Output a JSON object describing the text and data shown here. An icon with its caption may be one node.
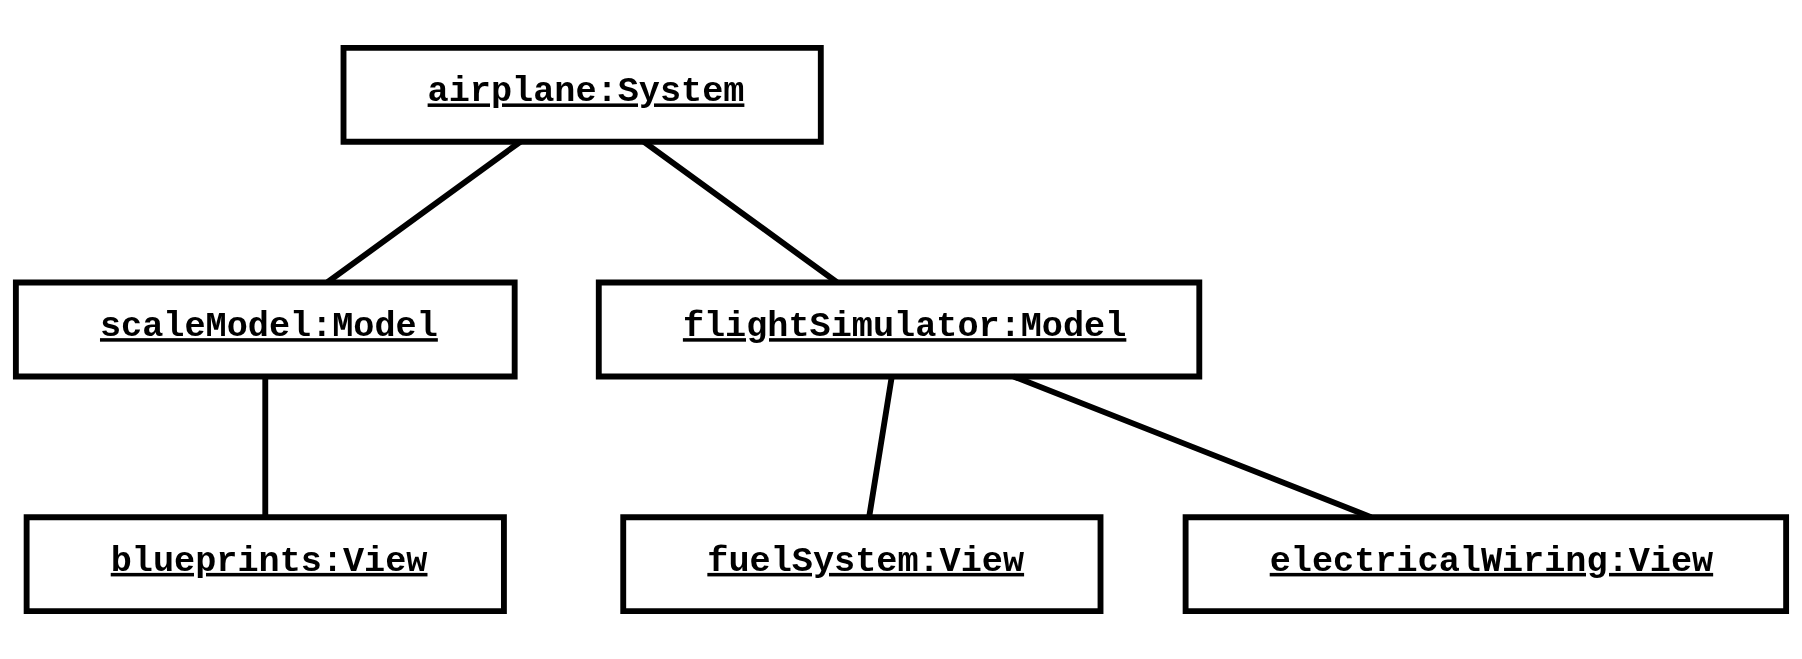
{
  "diagram": {
    "nodes": [
      {
        "text": [
          "airplane:System"
        ]
      },
      {
        "text": [
          "scaleModel:Model"
        ]
      },
      {
        "text": [
          "flightSimulator:Model"
        ]
      },
      {
        "text": [
          "blueprints:View"
        ]
      },
      {
        "text": [
          "fuelSystem:View"
        ]
      },
      {
        "text": [
          "electricalWiring:View"
        ]
      }
    ],
    "edges": [
      {
        "from": 0,
        "to": 1,
        "arrow": "none"
      },
      {
        "from": 0,
        "to": 2,
        "arrow": "none"
      },
      {
        "from": 1,
        "to": 3,
        "arrow": "none"
      },
      {
        "from": 2,
        "to": 4,
        "arrow": "none"
      },
      {
        "from": 2,
        "to": 5,
        "arrow": "none"
      }
    ]
  }
}
